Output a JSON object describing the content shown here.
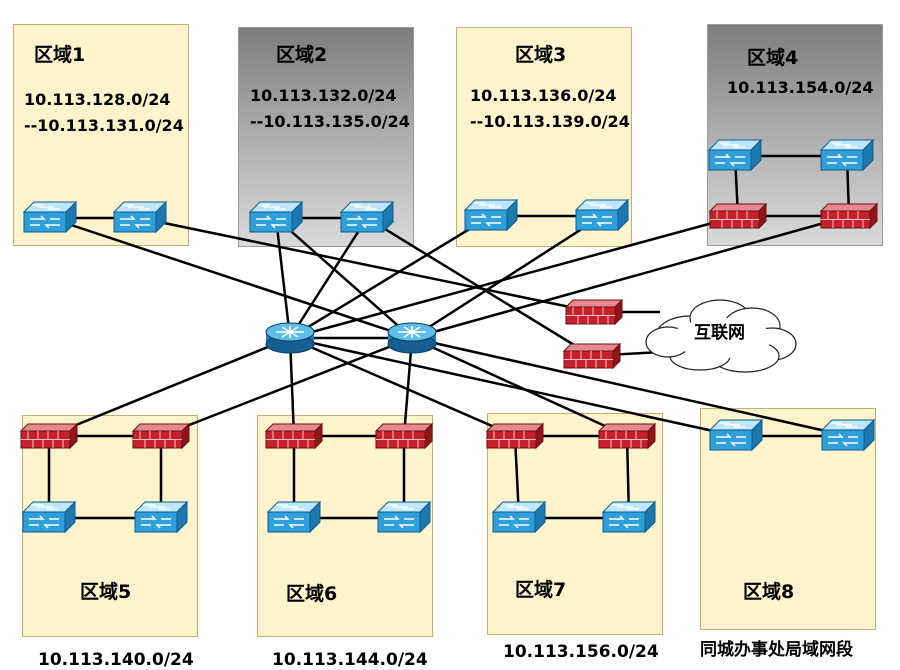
{
  "zones": {
    "z1": {
      "name": "区域1",
      "subnet_line1": "10.113.128.0/24",
      "subnet_line2": "--10.113.131.0/24"
    },
    "z2": {
      "name": "区域2",
      "subnet_line1": "10.113.132.0/24",
      "subnet_line2": "--10.113.135.0/24"
    },
    "z3": {
      "name": "区域3",
      "subnet_line1": "10.113.136.0/24",
      "subnet_line2": "--10.113.139.0/24"
    },
    "z4": {
      "name": "区域4",
      "subnet": "10.113.154.0/24"
    },
    "z5": {
      "name": "区域5",
      "subnet": "10.113.140.0/24"
    },
    "z6": {
      "name": "区域6",
      "subnet": "10.113.144.0/24"
    },
    "z7": {
      "name": "区域7",
      "subnet": "10.113.156.0/24"
    },
    "z8": {
      "name": "区域8",
      "caption": "同城办事处局域网段"
    }
  },
  "internet": {
    "label": "互联网"
  },
  "colors": {
    "zone_fill": "#fdf3cd",
    "zone_grey": "#a9a9a9",
    "switch_blue": "#2e9fd8",
    "firewall_red": "#c8202a",
    "router_blue": "#1f7fc0",
    "link": "#000000"
  }
}
